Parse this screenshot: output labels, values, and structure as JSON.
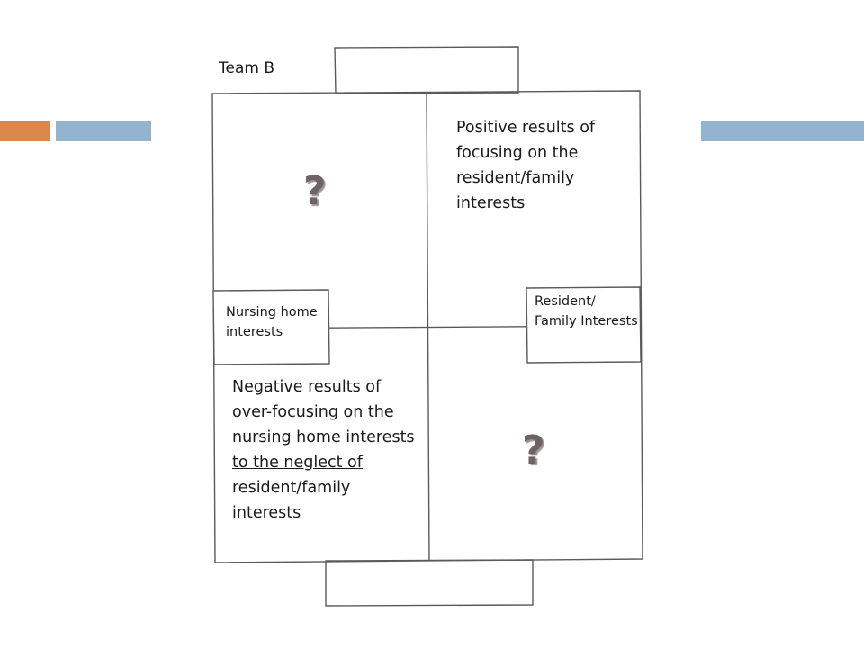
{
  "team_label": "Team B",
  "quadrants": {
    "top_right": "Positive results of focusing on the resident/family interests",
    "bottom_left_part1": "Negative results of over-focusing on the nursing home interests ",
    "bottom_left_underlined": "to the neglect of",
    "bottom_left_part2": " resident/family interests",
    "top_left_mark": "?",
    "bottom_right_mark": "?"
  },
  "side_labels": {
    "left": "Nursing home interests",
    "right": "Resident/ Family Interests"
  },
  "colors": {
    "accent_orange": "#d9874c",
    "accent_blue": "#93b3cf",
    "question_mark": "#6e6264"
  }
}
